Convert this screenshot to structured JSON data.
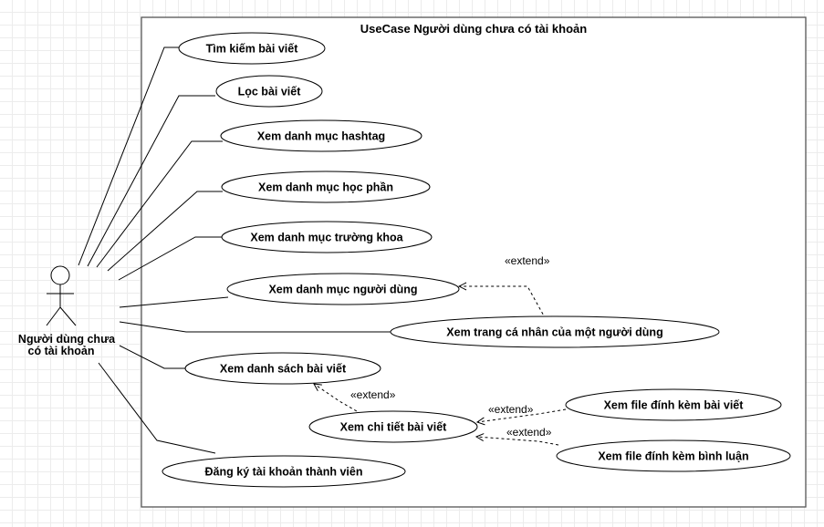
{
  "system": {
    "title": "UseCase Người dùng chưa có tài khoản"
  },
  "actor": {
    "line1": "Người dùng chưa",
    "line2": "có tài khoản"
  },
  "usecases": [
    {
      "id": "uc-search",
      "label": "Tìm kiếm bài viết"
    },
    {
      "id": "uc-filter",
      "label": "Lọc bài viết"
    },
    {
      "id": "uc-hashtag",
      "label": "Xem danh mục hashtag"
    },
    {
      "id": "uc-course",
      "label": "Xem danh mục học phần"
    },
    {
      "id": "uc-faculty",
      "label": "Xem danh mục trường khoa"
    },
    {
      "id": "uc-users",
      "label": "Xem danh mục người dùng"
    },
    {
      "id": "uc-profile",
      "label": "Xem trang cá nhân của một người dùng"
    },
    {
      "id": "uc-posts",
      "label": "Xem danh sách bài viết"
    },
    {
      "id": "uc-post-detail",
      "label": "Xem chi tiết bài viết"
    },
    {
      "id": "uc-post-file",
      "label": "Xem file đính kèm bài viết"
    },
    {
      "id": "uc-comment-file",
      "label": "Xem file đính kèm bình luận"
    },
    {
      "id": "uc-register",
      "label": "Đăng ký tài khoản thành viên"
    }
  ],
  "stereotypes": {
    "extend_profile": "«extend»",
    "extend_detail": "«extend»",
    "extend_post_file": "«extend»",
    "extend_comment_file": "«extend»"
  }
}
